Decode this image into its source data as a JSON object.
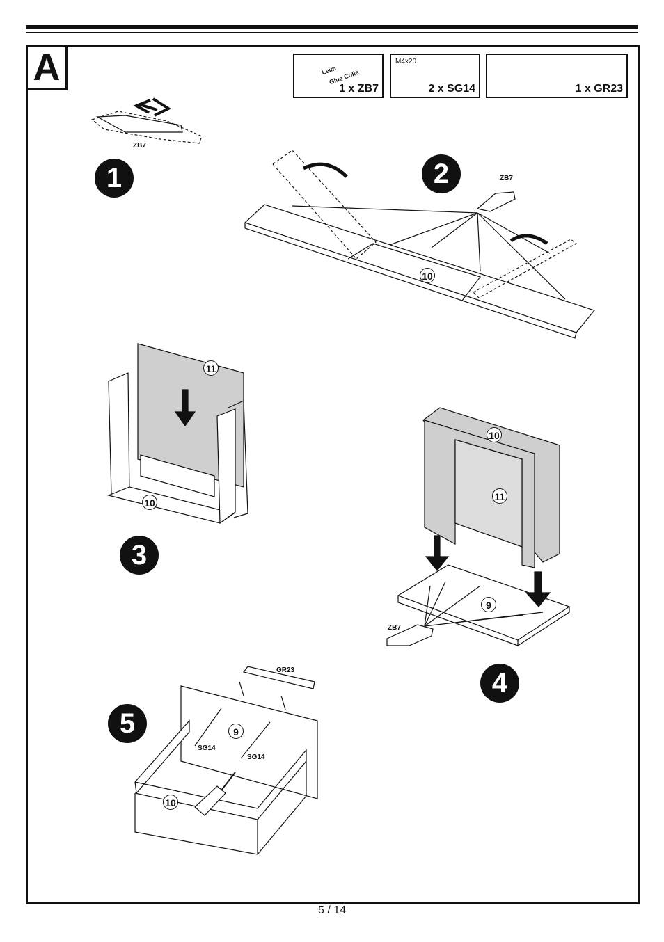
{
  "section": {
    "letter": "A"
  },
  "parts": [
    {
      "spec": "",
      "qty": "1 x ZB7",
      "icon": "glue-tube-icon"
    },
    {
      "spec": "M4x20",
      "qty": "2 x SG14",
      "icon": "screw-icon"
    },
    {
      "spec": "",
      "qty": "1 x GR23",
      "icon": "handle-bar-icon"
    }
  ],
  "glue_tube_text": [
    "Leim",
    "Glue Colle"
  ],
  "steps": [
    "1",
    "2",
    "3",
    "4",
    "5"
  ],
  "labels": {
    "step1_tube": "ZB7",
    "step2_tube": "ZB7",
    "step2_panel": "10",
    "step3_back": "11",
    "step3_base": "10",
    "step4_top": "10",
    "step4_back": "11",
    "step4_bottom": "9",
    "step4_tube": "ZB7",
    "step5_handle": "GR23",
    "step5_front": "9",
    "step5_screw_a": "SG14",
    "step5_screw_b": "SG14",
    "step5_drawer": "10"
  },
  "footer": {
    "page": "5 / 14"
  }
}
